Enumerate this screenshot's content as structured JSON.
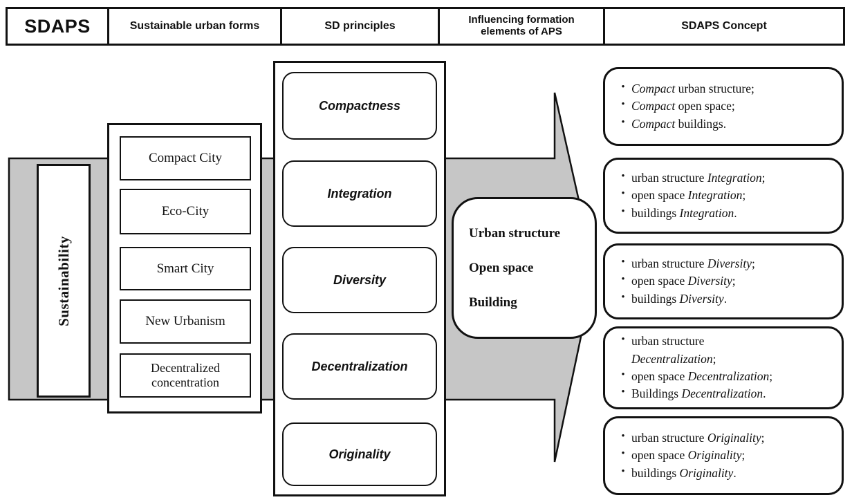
{
  "header": {
    "cells": [
      "SDAPS",
      "Sustainable urban forms",
      "SD principles",
      "Influencing formation elements of APS",
      "SDAPS Concept"
    ]
  },
  "sustainability_label": "Sustainability",
  "urban_forms": {
    "items": [
      "Compact City",
      "Eco-City",
      "Smart City",
      "New Urbanism",
      "Decentralized concentration"
    ]
  },
  "sd_principles": {
    "items": [
      "Compactness",
      "Integration",
      "Diversity",
      "Decentralization",
      "Originality"
    ]
  },
  "aps_elements": {
    "lines": [
      "Urban structure",
      "Open space",
      "Building"
    ]
  },
  "sdaps_concept": {
    "boxes": [
      {
        "principle": "Compactness",
        "items": [
          "*Compact* urban structure;",
          "*Compact* open space;",
          "*Compact* buildings."
        ]
      },
      {
        "principle": "Integration",
        "items": [
          "urban structure *Integration*;",
          "open space *Integration*;",
          "buildings *Integration*."
        ]
      },
      {
        "principle": "Diversity",
        "items": [
          "urban structure *Diversity*;",
          "open space *Diversity*;",
          "buildings *Diversity*."
        ]
      },
      {
        "principle": "Decentralization",
        "items": [
          "urban structure\n*Decentralization*;",
          "open space *Decentralization*;",
          "Buildings *Decentralization*."
        ]
      },
      {
        "principle": "Originality",
        "items": [
          "urban structure *Originality*;",
          "open space *Originality*;",
          "buildings *Originality*."
        ]
      }
    ]
  },
  "colors": {
    "arrow_fill": "#c6c6c6",
    "line_color": "#111111"
  }
}
